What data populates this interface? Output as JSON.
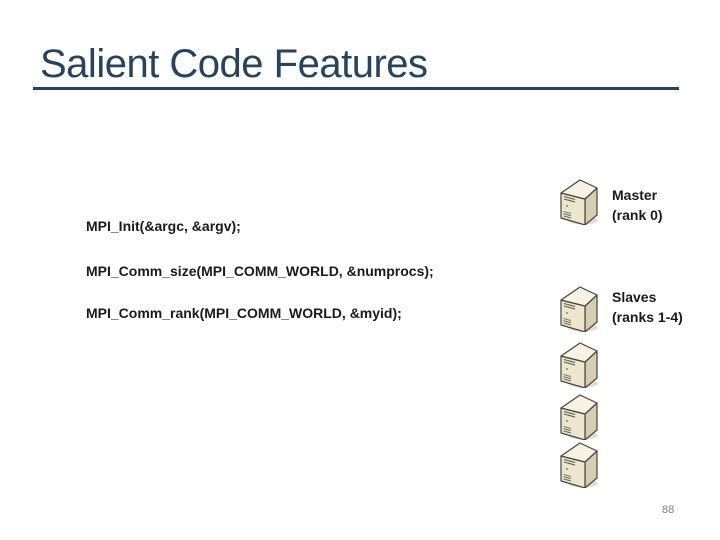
{
  "slide": {
    "title": "Salient Code Features",
    "page_number": "88",
    "background_color": "#ffffff"
  },
  "colors": {
    "title_text": "#264360",
    "title_underline": "#264360",
    "body_text": "#1a1a1a",
    "page_number_text": "#808080",
    "server_top_face": "#f7f3e4",
    "server_front_face": "#ece5cf",
    "server_side_face": "#d7cdb2",
    "server_outline": "#45453c",
    "server_shadow": "#dcd5c4"
  },
  "code_lines": [
    "MPI_Init(&argc, &argv);",
    "MPI_Comm_size(MPI_COMM_WORLD, &numprocs);",
    "MPI_Comm_rank(MPI_COMM_WORLD, &myid);"
  ],
  "diagram": {
    "master": {
      "label": "Master",
      "sublabel": "(rank 0)",
      "icon": "server-tower-icon",
      "server_count": 1
    },
    "slaves": {
      "label": "Slaves",
      "sublabel": "(ranks 1-4)",
      "icon": "server-tower-icon",
      "server_count": 4
    }
  }
}
